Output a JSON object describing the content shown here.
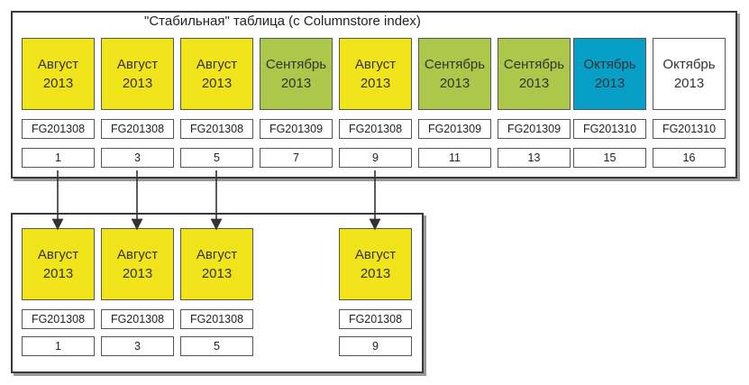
{
  "top": {
    "title": "\"Стабильная\" таблица (с Columnstore index)",
    "tiles": [
      {
        "line1": "Август",
        "line2": "2013",
        "color": "#f2e41a",
        "code": "FG201308",
        "num": "1"
      },
      {
        "line1": "Август",
        "line2": "2013",
        "color": "#f2e41a",
        "code": "FG201308",
        "num": "3"
      },
      {
        "line1": "Август",
        "line2": "2013",
        "color": "#f2e41a",
        "code": "FG201308",
        "num": "5"
      },
      {
        "line1": "Сентябрь",
        "line2": "2013",
        "color": "#acc74a",
        "code": "FG201309",
        "num": "7"
      },
      {
        "line1": "Август",
        "line2": "2013",
        "color": "#f2e41a",
        "code": "FG201308",
        "num": "9"
      },
      {
        "line1": "Сентябрь",
        "line2": "2013",
        "color": "#acc74a",
        "code": "FG201309",
        "num": "11"
      },
      {
        "line1": "Сентябрь",
        "line2": "2013",
        "color": "#acc74a",
        "code": "FG201309",
        "num": "13"
      },
      {
        "line1": "Октябрь",
        "line2": "2013",
        "color": "#079fc6",
        "code": "FG201310",
        "num": "15"
      },
      {
        "line1": "Октябрь",
        "line2": "2013",
        "color": "#ffffff",
        "code": "FG201310",
        "num": "16"
      }
    ]
  },
  "bottom": {
    "tiles": [
      {
        "line1": "Август",
        "line2": "2013",
        "color": "#f2e41a",
        "code": "FG201308",
        "num": "1"
      },
      {
        "line1": "Август",
        "line2": "2013",
        "color": "#f2e41a",
        "code": "FG201308",
        "num": "3"
      },
      {
        "line1": "Август",
        "line2": "2013",
        "color": "#f2e41a",
        "code": "FG201308",
        "num": "5"
      },
      {
        "line1": "Август",
        "line2": "2013",
        "color": "#f2e41a",
        "code": "FG201308",
        "num": "9"
      }
    ]
  }
}
